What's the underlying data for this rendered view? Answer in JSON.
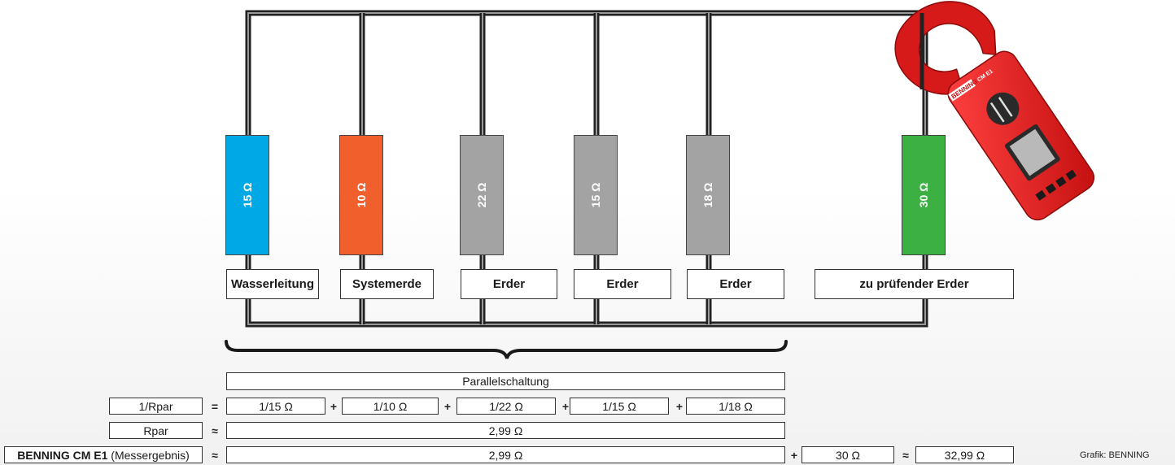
{
  "resistors": [
    {
      "value": "15 Ω",
      "label": "Wasserleitung",
      "color": "#00a8e6"
    },
    {
      "value": "10 Ω",
      "label": "Systemerde",
      "color": "#f05f2c"
    },
    {
      "value": "22 Ω",
      "label": "Erder",
      "color": "#a3a3a3"
    },
    {
      "value": "15 Ω",
      "label": "Erder",
      "color": "#a3a3a3"
    },
    {
      "value": "18 Ω",
      "label": "Erder",
      "color": "#a3a3a3"
    },
    {
      "value": "30 Ω",
      "label": "zu prüfender Erder",
      "color": "#3cb043"
    }
  ],
  "clamp": {
    "brand": "BENNING",
    "model": "CM E1",
    "color": "#e02424"
  },
  "calc": {
    "header": "Parallelschaltung",
    "row1": {
      "label": "1/Rpar",
      "op": "=",
      "terms": [
        "1/15 Ω",
        "1/10 Ω",
        "1/22 Ω",
        "1/15 Ω",
        "1/18 Ω"
      ],
      "plus": "+"
    },
    "row2": {
      "label": "Rpar",
      "op": "≈",
      "value": "2,99 Ω"
    },
    "row3": {
      "label_bold": "BENNING CM E1",
      "label_rest": " (Messergebnis)",
      "op": "≈",
      "value": "2,99 Ω",
      "plus": "+",
      "added": "30 Ω",
      "op2": "≈",
      "result": "32,99 Ω"
    }
  },
  "credit": "Grafik: BENNING"
}
